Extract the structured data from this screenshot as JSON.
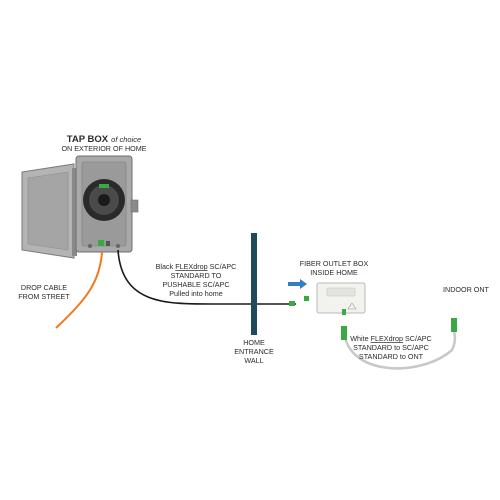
{
  "tap_box": {
    "title": "TAP BOX",
    "title_suffix": "of choice",
    "subtitle": "ON EXTERIOR OF HOME"
  },
  "drop_cable": {
    "line1": "DROP CABLE",
    "line2": "FROM STREET"
  },
  "black_cable": {
    "line1_prefix": "Black ",
    "line1_brand": "FLEXdrop",
    "line1_suffix": " SC/APC",
    "line2": "STANDARD TO",
    "line3": "PUSHABLE SC/APC",
    "line4": "Pulled into home"
  },
  "wall": {
    "line1": "HOME",
    "line2": "ENTRANCE",
    "line3": "WALL"
  },
  "outlet_box": {
    "line1": "FIBER OUTLET BOX",
    "line2": "INSIDE HOME"
  },
  "ont": {
    "label": "INDOOR ONT"
  },
  "white_cable": {
    "line1_prefix": "White ",
    "line1_brand": "FLEXdrop",
    "line1_suffix": " SC/APC",
    "line2": "STANDARD to SC/APC",
    "line3": "STANDARD to ONT"
  },
  "colors": {
    "drop_cable": "#f07a1a",
    "black_cable": "#1a1a1a",
    "wall": "#1f4a5c",
    "arrow": "#2f7fc1",
    "connector": "#3aa843",
    "white_cable": "#c8c8c8",
    "box_gray": "#a7a7a7"
  }
}
